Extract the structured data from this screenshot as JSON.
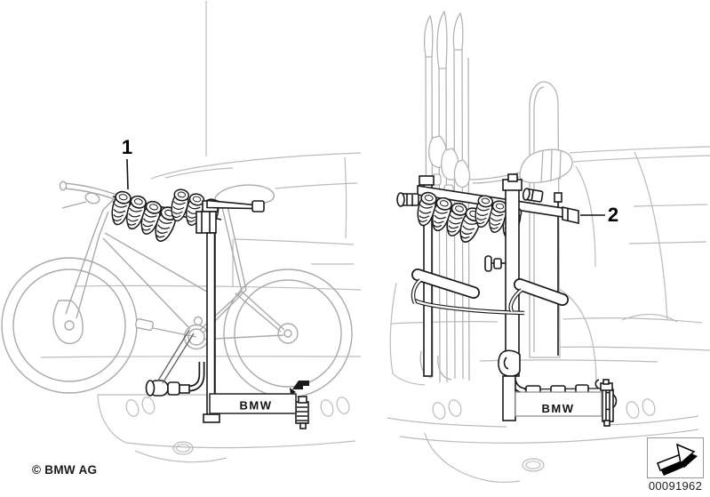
{
  "diagram": {
    "description": "Rear-mounted bicycle carrier and ski/snowboard carrier on vehicle rear",
    "callouts": [
      {
        "number": "1",
        "target": "bike-carrier"
      },
      {
        "number": "2",
        "target": "ski-carrier"
      }
    ],
    "plate_left": "BMW",
    "plate_right": "BMW"
  },
  "footer": {
    "copyright": "© BMW AG",
    "image_number": "00091962"
  },
  "icons": {
    "direction_arrow": "3d-arrow-up-right"
  },
  "colors": {
    "background": "#ffffff",
    "car_outline": "#bbbbbb",
    "bike_outline": "#a9a9a9",
    "rack_outline": "#1a1a1a",
    "box_border": "#999999"
  }
}
